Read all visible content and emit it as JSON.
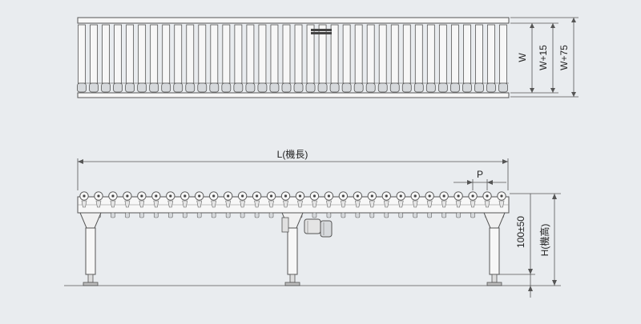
{
  "colors": {
    "background": "#e9ecef",
    "line": "#555555",
    "fill": "#f7f7f7",
    "shade": "#d6d9dc",
    "dark": "#444444"
  },
  "top_view": {
    "roller_count": 36,
    "dims": {
      "w": "W",
      "w15": "W+15",
      "w75": "W+75"
    }
  },
  "side_view": {
    "roller_count": 30,
    "dims": {
      "length": "L(機長)",
      "pitch": "P",
      "height_adj": "100±50",
      "height": "H(機高)"
    }
  }
}
